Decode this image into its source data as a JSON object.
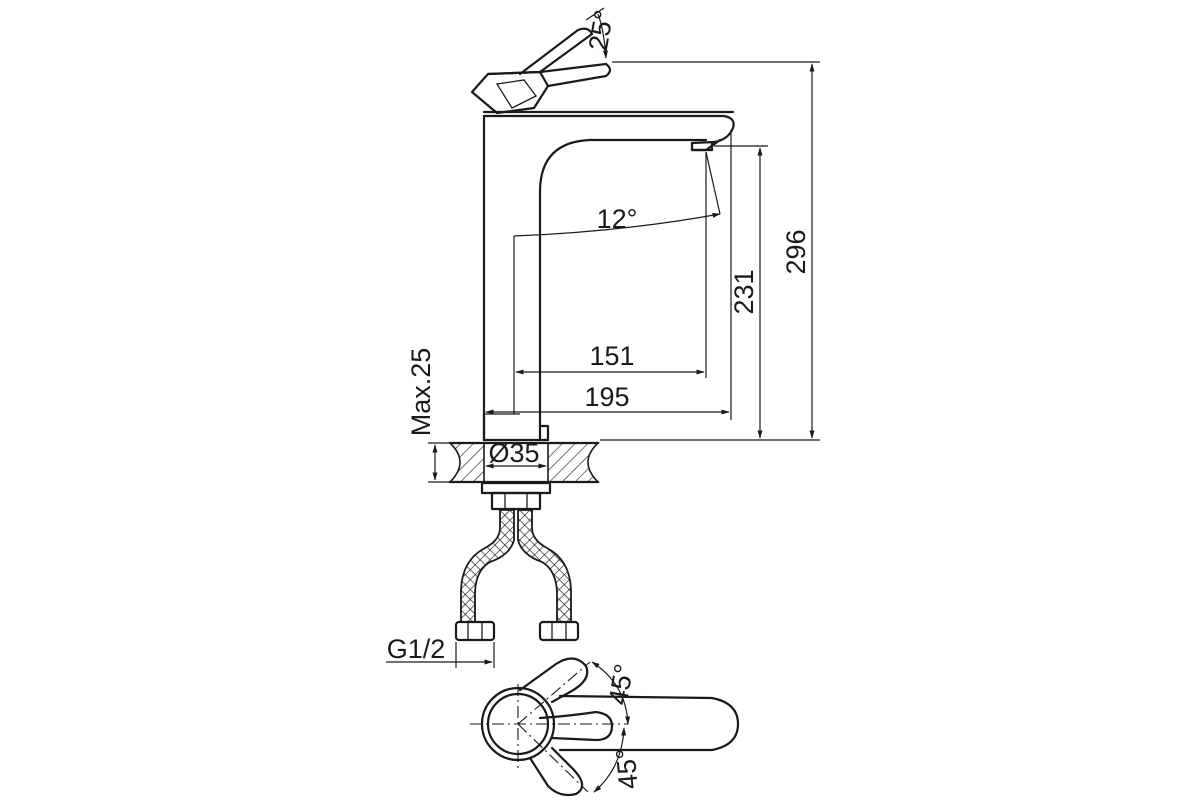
{
  "dimensions": {
    "total_height": "296",
    "spout_height": "231",
    "spout_reach": "195",
    "inner_reach": "151",
    "swivel_angle": "12°",
    "lever_angle": "25°",
    "mount_thickness": "Max.25",
    "base_diameter": "Ø35",
    "connection_thread": "G1/2",
    "top_view_angle_1": "45°",
    "top_view_angle_2": "45°"
  },
  "colors": {
    "line": "#1a1a1a",
    "background": "#ffffff"
  }
}
